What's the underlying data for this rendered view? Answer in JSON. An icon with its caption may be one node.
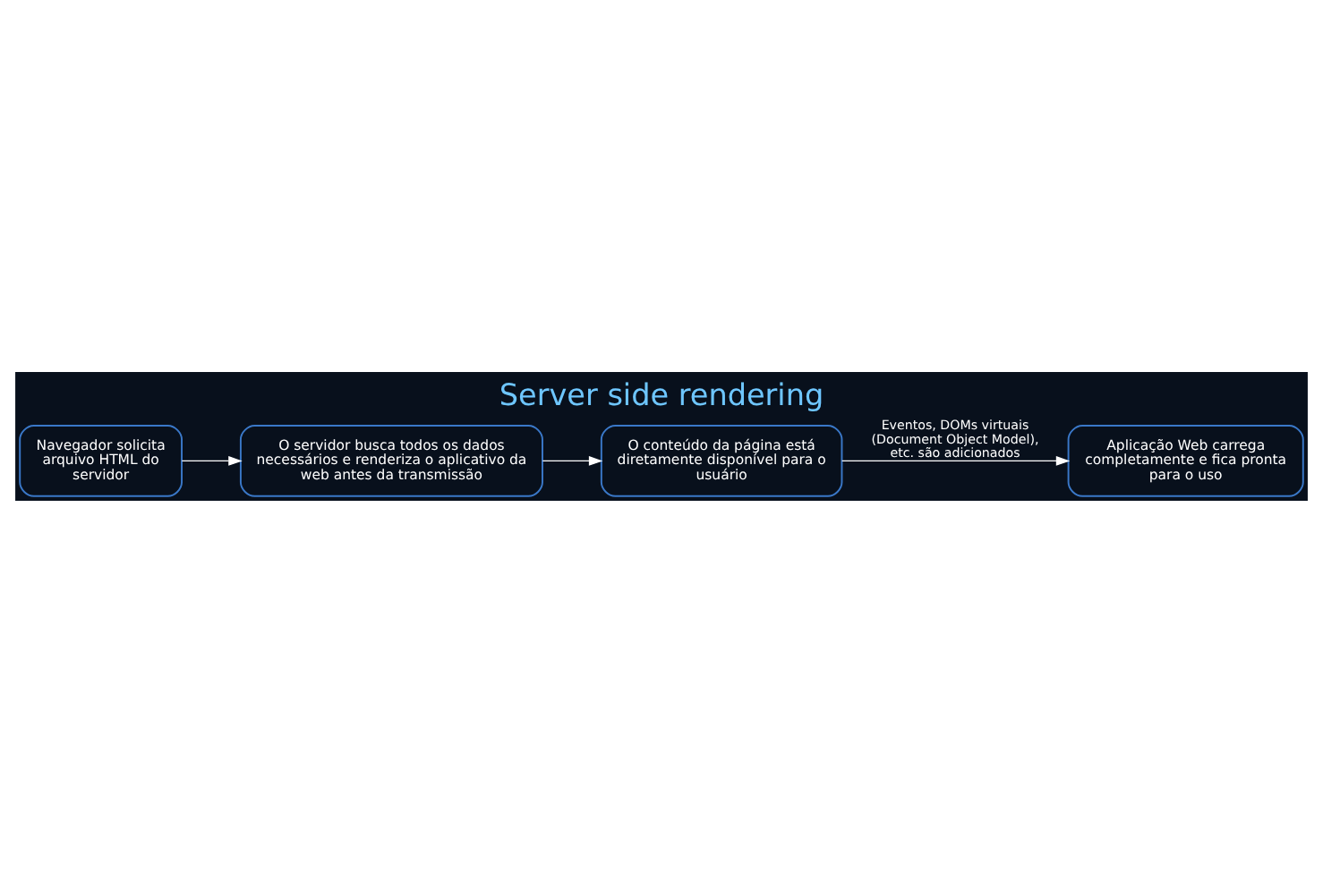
{
  "diagram": {
    "title": "Server side rendering",
    "nodes": [
      {
        "text": [
          "Navegador solicita arquivo HTML do servidor"
        ]
      },
      {
        "text": [
          "O servidor busca todos os dados necessários e renderiza o aplicativo da web antes da transmissão"
        ]
      },
      {
        "text": [
          "O conteúdo da página está diretamente disponível para o usuário"
        ]
      },
      {
        "text": [
          "Aplicação Web carrega completamente e fica pronta para o uso"
        ]
      }
    ],
    "edges": [
      {
        "from": 0,
        "to": 1,
        "arrow": "to"
      },
      {
        "from": 1,
        "to": 2,
        "arrow": "to"
      },
      {
        "from": 2,
        "to": 3,
        "arrow": "to",
        "label": "Eventos, DOMs virtuais (Document Object Model), etc. são adicionados"
      }
    ]
  }
}
